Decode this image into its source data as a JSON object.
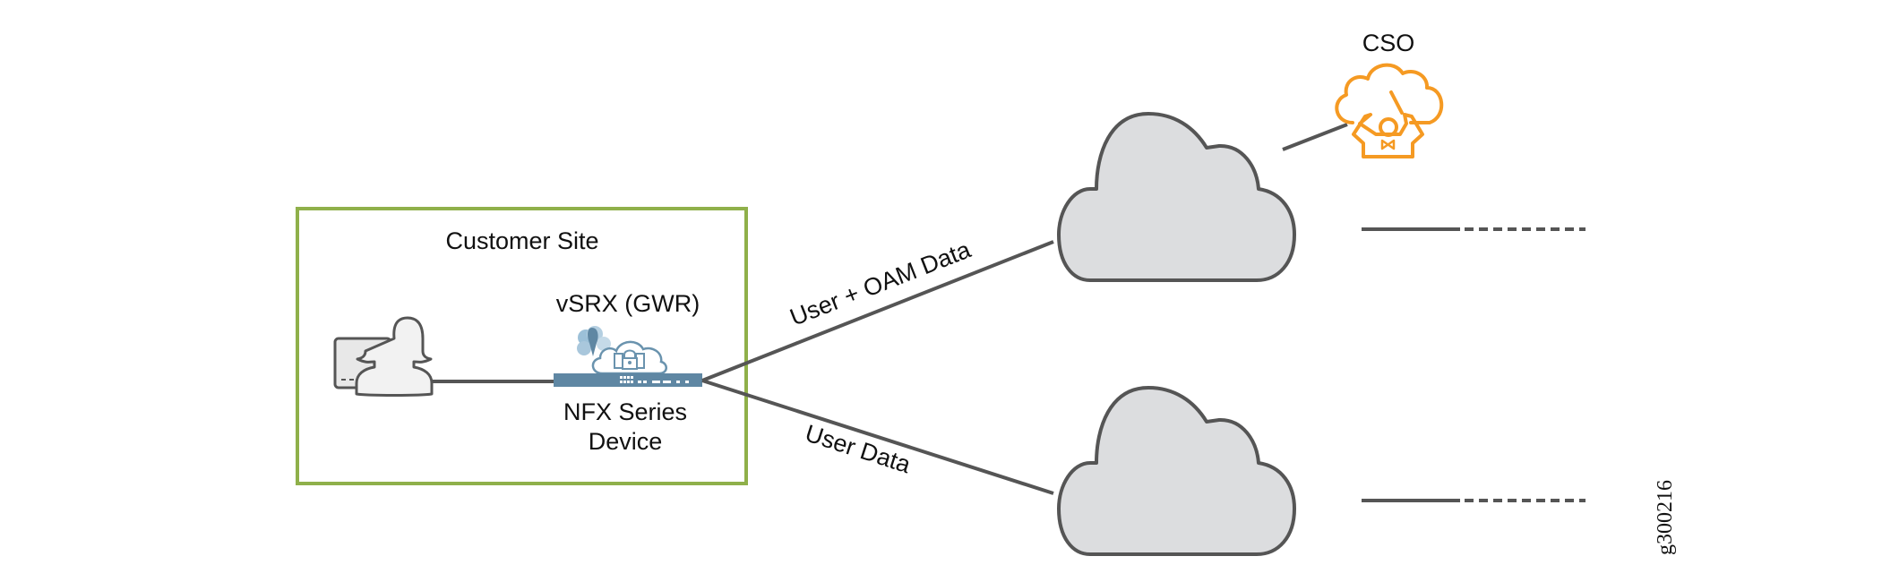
{
  "diagram": {
    "customer_site": {
      "title": "Customer Site",
      "gateway_label": "vSRX (GWR)",
      "device_label_line1": "NFX Series",
      "device_label_line2": "Device",
      "border_color": "#8fb04a"
    },
    "links": {
      "upper_label": "User + OAM Data",
      "lower_label": "User Data",
      "line_color": "#555555"
    },
    "cso": {
      "label": "CSO",
      "icon_color": "#f59a23"
    },
    "cloud_fill": "#dcdddf",
    "device_color": "#5f87a3",
    "figure_id": "g300216"
  }
}
